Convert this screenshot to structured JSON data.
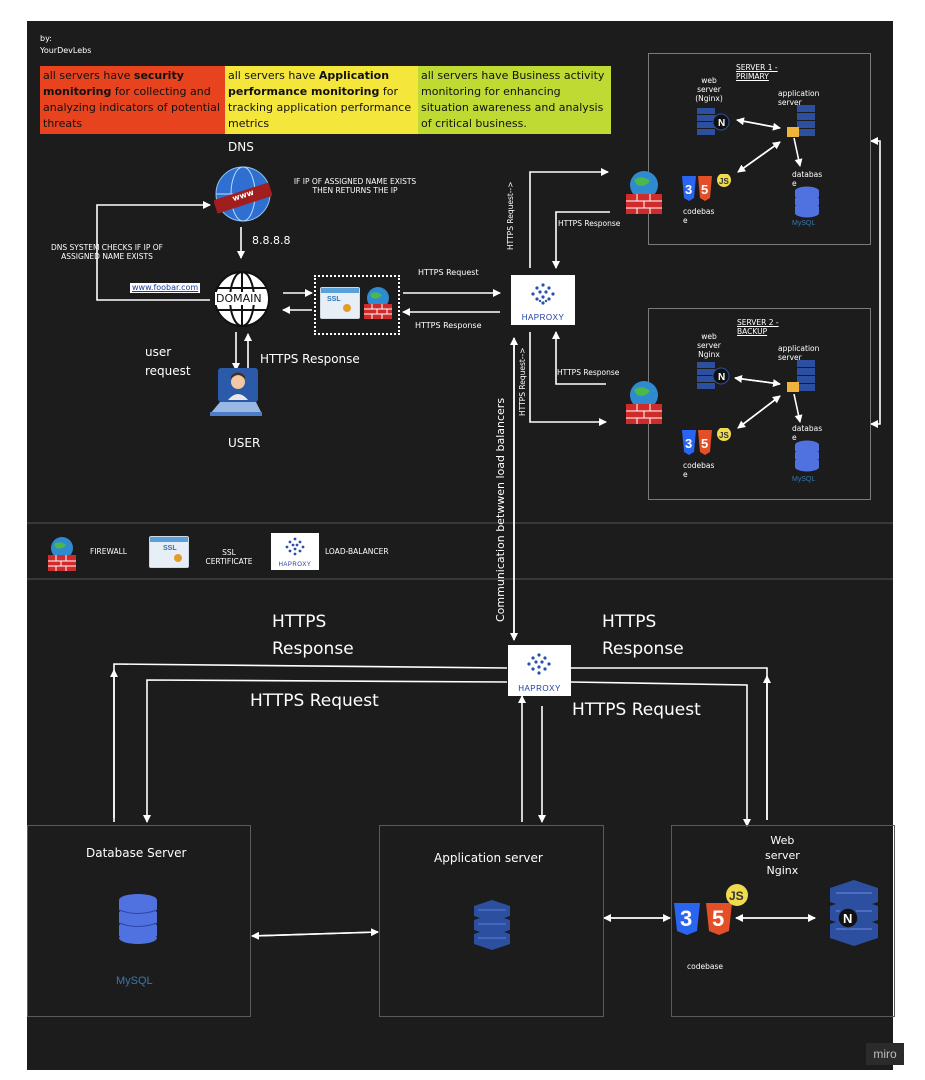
{
  "author": {
    "by": "by:",
    "name": "YourDevLebs"
  },
  "notes": [
    {
      "pre": "all servers have ",
      "bold": "security monitoring",
      "post": " for collecting and analyzing indicators of potential threats",
      "color": "#e8431f"
    },
    {
      "pre": "all servers have ",
      "bold": "Application performance monitoring",
      "post": " for tracking application performance metrics",
      "color": "#f5e63c"
    },
    {
      "pre": "all servers have Business activity monitoring for enhancing situation awareness and analysis of critical business.",
      "bold": "",
      "post": "",
      "color": "#bfdb33"
    }
  ],
  "dns": {
    "label": "DNS",
    "www": "www",
    "ip_note": "IF IP OF ASSIGNED NAME EXISTS THEN RETURNS THE IP",
    "check_note": "DNS SYSTEM CHECKS IF IP OF ASSIGNED NAME EXISTS",
    "ip": "8.8.8.8"
  },
  "domain": {
    "label": "DOMAIN",
    "url": "www.foobar.com"
  },
  "user": {
    "label": "USER",
    "request": "user\nrequest",
    "response": "HTTPS Response"
  },
  "edges": {
    "https_request": "HTTPS Request",
    "https_response": "HTTPS Response",
    "https_request_arrow": "HTTPS Request-->",
    "communication": "Communication betwwen load balancers"
  },
  "load_balancer": {
    "name": "HAPROXY"
  },
  "server1": {
    "title": "SERVER 1 - PRIMARY",
    "web": "web server (Nginx)",
    "app": "application server",
    "db": "databas e",
    "code": "codebas e",
    "mysql": "MySQL"
  },
  "server2": {
    "title": "SERVER 2 - BACKUP",
    "web": "web server Nginx",
    "app": "application server",
    "db": "databas e",
    "code": "codebas e",
    "mysql": "MySQL"
  },
  "legend": {
    "firewall": "FIREWALL",
    "ssl": "SSL CERTIFICATE",
    "ssl_badge": "SSL",
    "lb": "LOAD-BALANCER"
  },
  "bottom": {
    "resp_left": "HTTPS\nResponse",
    "resp_right": "HTTPS\nResponse",
    "req_left": "HTTPS Request",
    "req_right": "HTTPS Request",
    "db_server": "Database Server",
    "app_server": "Application server",
    "web_server": "Web\nserver\nNginx",
    "codebase": "codebase",
    "mysql": "MySQL"
  },
  "watermark": "miro",
  "colors": {
    "canvas": "#1c1c1d",
    "haproxy_blue": "#1b3aa8",
    "server_blue": "#2d4fa0",
    "firewall_red": "#d12a2a"
  }
}
